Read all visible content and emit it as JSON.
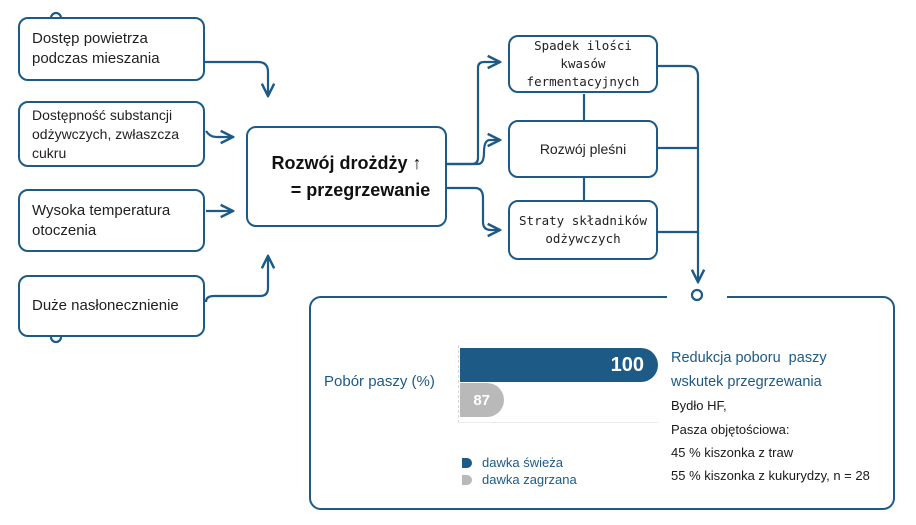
{
  "causes": [
    {
      "id": "air",
      "text": "Dostęp powietrza podczas mieszania"
    },
    {
      "id": "nutrients",
      "text": "Dostępność substancji odżywczych, zwłaszcza cukru"
    },
    {
      "id": "temperature",
      "text": "Wysoka temperatura otoczenia"
    },
    {
      "id": "sun",
      "text": "Duże nasłonecznienie"
    }
  ],
  "center": {
    "line1": "Rozwój drożdży ↑",
    "line2": "= przegrzewanie"
  },
  "effects": [
    {
      "id": "acids",
      "text": "Spadek ilości kwasów fermentacyjnych"
    },
    {
      "id": "mold",
      "text": "Rozwój pleśni"
    },
    {
      "id": "losses",
      "text": "Straty składników odżywczych"
    }
  ],
  "colors": {
    "primary": "#1d5a86",
    "secondary": "#b9b9b9"
  },
  "chart_data": {
    "type": "bar",
    "orientation": "horizontal",
    "ylabel": "Pobór paszy (%)",
    "categories": [
      "dawka świeża",
      "dawka zagrzana"
    ],
    "values": [
      100,
      87
    ],
    "value_labels": [
      "100",
      "87"
    ],
    "colors": [
      "#1d5a86",
      "#b9b9b9"
    ],
    "legend": [
      {
        "label": "dawka świeża",
        "color": "#1d5a86"
      },
      {
        "label": "dawka zagrzana",
        "color": "#b9b9b9"
      }
    ],
    "legend_position": "bottom"
  },
  "note": {
    "title_line1": "Redukcja poboru  paszy",
    "title_line2": "wskutek przegrzewania",
    "lines": [
      "Bydło HF,",
      "Pasza objętościowa:",
      "45 % kiszonka z traw",
      "55 % kiszonka z kukurydzy, n = 28"
    ]
  }
}
